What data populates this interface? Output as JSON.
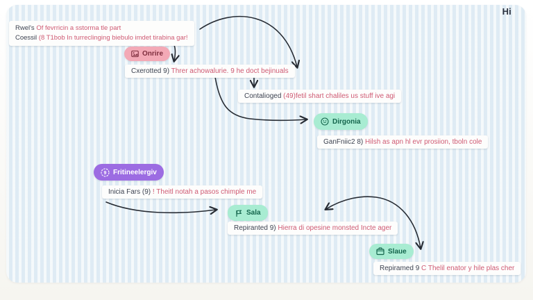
{
  "header": {
    "greeting": "Hi"
  },
  "notes": {
    "note1": {
      "prefix": "Rwel's",
      "text": "Of fevrricin a sstorma tle part",
      "prefix2": "Coessil",
      "text2": "(8 T1bob In turreclinging biebulo imdet tirabina gar!"
    },
    "note2": {
      "prefix": "Cxerotted 9)",
      "text": "Threr achowalurie. 9 he doct bejinuals"
    },
    "note3": {
      "prefix": "Contalioged",
      "text": "(49)fetil shart chaliles us stuff ive agi"
    },
    "note4": {
      "prefix": "GanFniic2 8)",
      "text": "Hilsh as apn hl evr prosiion, tboln cole"
    },
    "note5": {
      "prefix": "Inicia Fars (9)",
      "text": "! Theitl notah a pasos chimple me"
    },
    "note6": {
      "prefix": "Repiranted 9)",
      "text": "Hierra di opesine monsted Incte ager"
    },
    "note7": {
      "prefix": "Repiramed 9",
      "text": "C Thelil enator y hile plas cher"
    }
  },
  "pills": {
    "onrire": {
      "label": "Onrire",
      "icon": "image-icon"
    },
    "dirgonia": {
      "label": "Dirgonia",
      "icon": "badge-icon"
    },
    "fritineelergiv": {
      "label": "Fritineelergiv",
      "icon": "circled-number-icon"
    },
    "sala": {
      "label": "Sala",
      "icon": "flag-hand-icon"
    },
    "slaue": {
      "label": "Slaue",
      "icon": "wallet-icon"
    }
  },
  "colors": {
    "canvas": "#e8f1f7",
    "note_text_dark": "#3d4351",
    "note_text_pink": "#cf5a73",
    "pill_pink_bg": "#f3a9b6",
    "pill_pink_text": "#7e2e3e",
    "pill_teal_bg": "#a8ecd2",
    "pill_teal_text": "#14654c",
    "pill_purple_bg": "#9c6ce2",
    "arrow": "#262b33"
  }
}
